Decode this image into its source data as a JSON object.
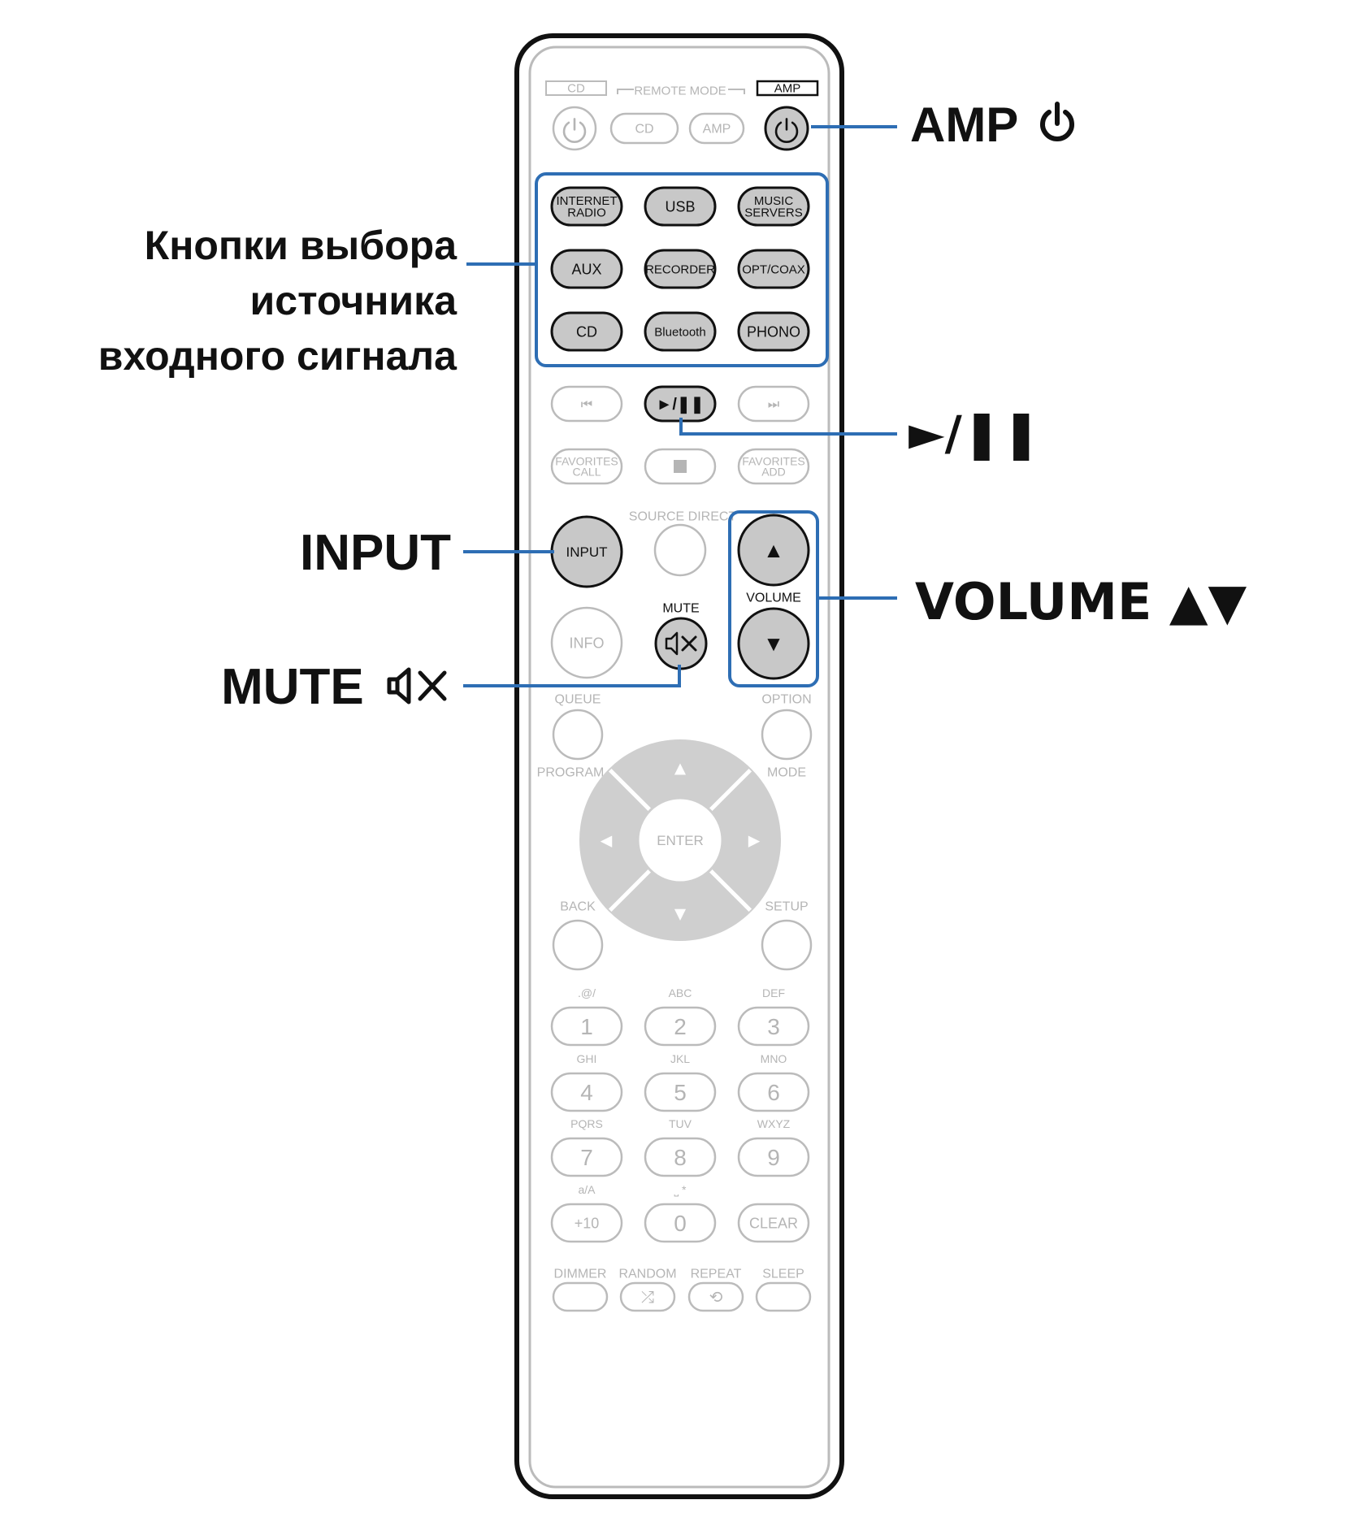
{
  "remote": {
    "mode_row": {
      "cd_indicator": "CD",
      "remote_mode_label": "REMOTE MODE",
      "amp_indicator": "AMP"
    },
    "top_row": {
      "power_icon": "power-icon",
      "cd": "CD",
      "amp": "AMP",
      "amp_power_icon": "power-icon"
    },
    "source_buttons": [
      [
        "INTERNET\nRADIO",
        "USB",
        "MUSIC\nSERVERS"
      ],
      [
        "AUX",
        "RECORDER",
        "OPT/COAX"
      ],
      [
        "CD",
        "Bluetooth",
        "PHONO"
      ]
    ],
    "transport": {
      "prev_icon": "skip-back-icon",
      "play_pause_icon": "play-pause-icon",
      "next_icon": "skip-forward-icon"
    },
    "favorites": {
      "call": "FAVORITES\nCALL",
      "stop_icon": "stop-icon",
      "add": "FAVORITES\nADD"
    },
    "source_direct": "SOURCE DIRECT",
    "input": "INPUT",
    "info": "INFO",
    "mute": "MUTE",
    "volume": "VOLUME",
    "queue": "QUEUE",
    "option": "OPTION",
    "program": "PROGRAM",
    "mode": "MODE",
    "enter": "ENTER",
    "back": "BACK",
    "setup": "SETUP",
    "keypad": [
      {
        "sub": ".@/",
        "key": "1"
      },
      {
        "sub": "ABC",
        "key": "2"
      },
      {
        "sub": "DEF",
        "key": "3"
      },
      {
        "sub": "GHI",
        "key": "4"
      },
      {
        "sub": "JKL",
        "key": "5"
      },
      {
        "sub": "MNO",
        "key": "6"
      },
      {
        "sub": "PQRS",
        "key": "7"
      },
      {
        "sub": "TUV",
        "key": "8"
      },
      {
        "sub": "WXYZ",
        "key": "9"
      },
      {
        "sub": "a/A",
        "key": "+10"
      },
      {
        "sub": "⎵ *",
        "key": "0"
      },
      {
        "sub": "",
        "key": "CLEAR"
      }
    ],
    "bottom_row": [
      "DIMMER",
      "RANDOM",
      "REPEAT",
      "SLEEP"
    ]
  },
  "callouts": {
    "amp_power": "AMP",
    "amp_power_icon": "power-icon",
    "source_select": [
      "Кнопки выбора",
      "источника",
      "входного сигнала"
    ],
    "play_pause": "►/❚❚",
    "input": "INPUT",
    "volume": "VOLUME ▲▼",
    "mute": "MUTE",
    "mute_icon": "mute-icon"
  },
  "colors": {
    "highlight": "#2e6eb4",
    "active_button": "#c8c8c8",
    "inactive_outline": "#bbbbbb"
  }
}
